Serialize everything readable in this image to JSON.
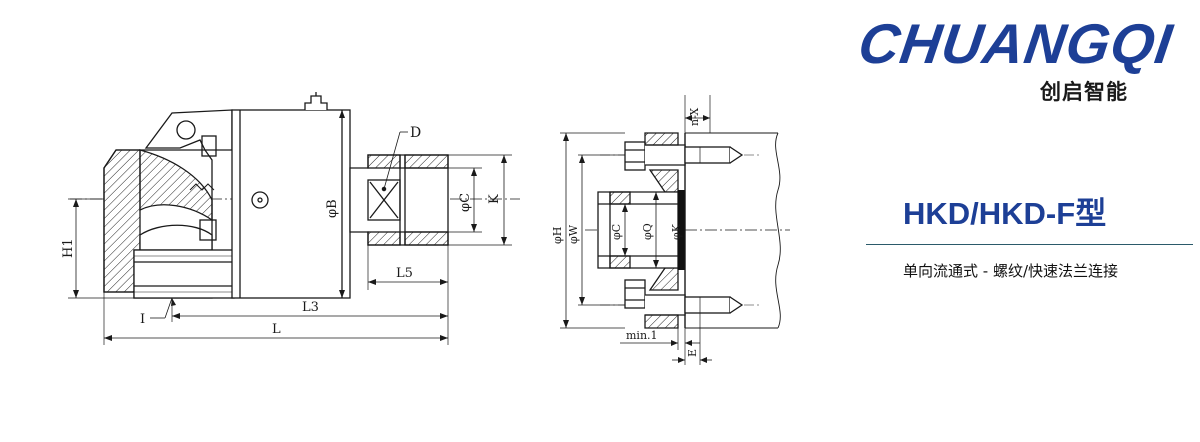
{
  "brand": {
    "name": "CHUANGQI",
    "name_cn": "创启智能",
    "color": "#1d3f96"
  },
  "product": {
    "model": "HKD/HKD-F型",
    "description": "单向流通式 - 螺纹/快速法兰连接"
  },
  "drawing_left": {
    "labels": {
      "D": "D",
      "B": "φB",
      "C": "φC",
      "K": "K",
      "H1": "H1",
      "L5": "L5",
      "L3": "L3",
      "L": "L",
      "I": "I"
    }
  },
  "drawing_right": {
    "labels": {
      "nX": "n-X",
      "H": "φH",
      "W": "φW",
      "C": "φC",
      "Q": "φQ",
      "K": "φK",
      "min1": "min.1",
      "E": "E"
    }
  }
}
